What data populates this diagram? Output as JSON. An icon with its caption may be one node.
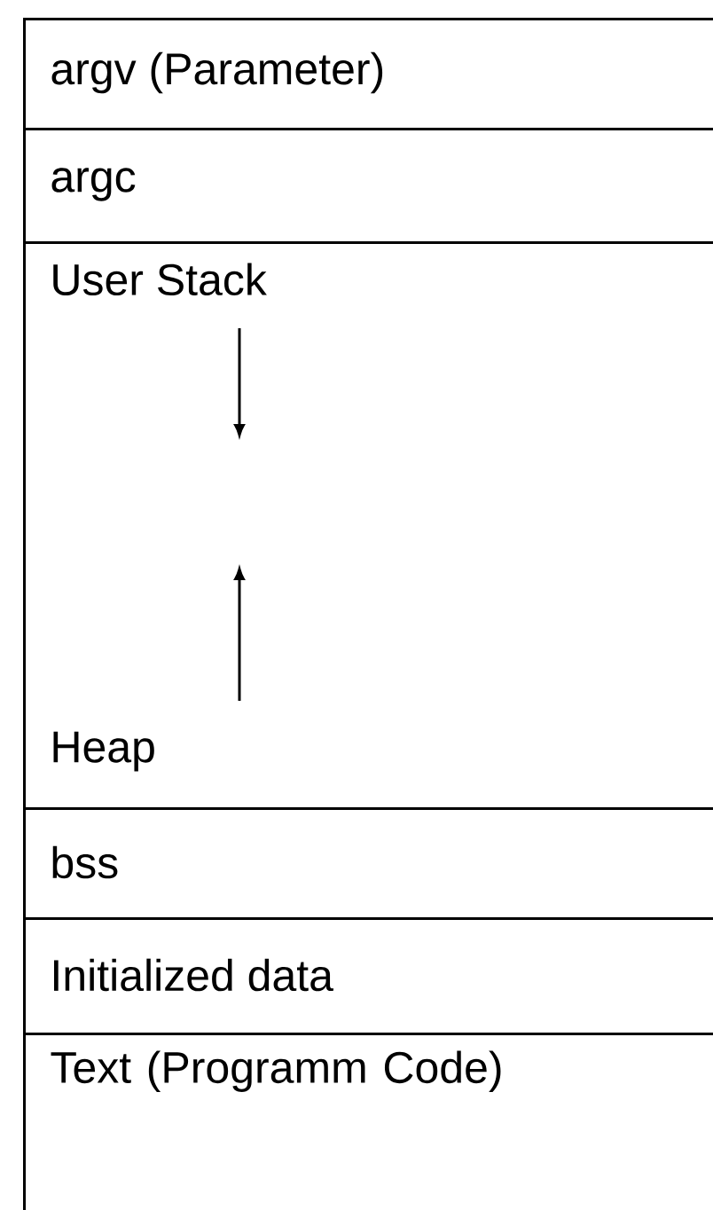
{
  "diagram": {
    "nodes": [
      {
        "text": [
          "argv (Parameter)"
        ]
      },
      {
        "text": [
          "argc"
        ]
      },
      {
        "text": [
          "User Stack",
          "Heap"
        ]
      },
      {
        "text": [
          "bss"
        ]
      },
      {
        "text": [
          "Initialized data"
        ]
      },
      {
        "text": [
          "Text (Programm Code)"
        ]
      }
    ]
  }
}
